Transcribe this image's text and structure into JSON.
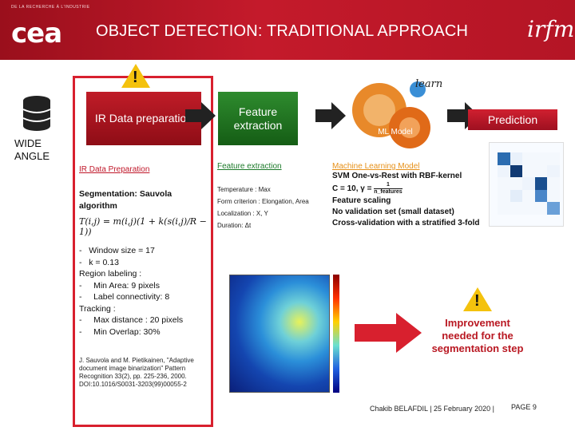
{
  "header": {
    "tiny_text": "DE LA RECHERCHE À L'INDUSTRIE",
    "logo_text": "cea",
    "title": "OBJECT DETECTION: TRADITIONAL APPROACH",
    "partner_logo": "irfm"
  },
  "left": {
    "camera_label": "WIDE ANGLE",
    "step1_label": "IR Data preparation",
    "section_title": "IR Data Preparation",
    "segmentation": "Segmentation: Sauvola algorithm",
    "params": [
      "Window size = 17",
      "k = 0.13"
    ],
    "region_title": "Region labeling :",
    "region_items": [
      "Min Area: 9 pixels",
      "Label connectivity: 8"
    ],
    "tracking_title": "Tracking :",
    "tracking_items": [
      "Max distance : 20 pixels",
      "Min Overlap: 30%"
    ],
    "reference": "J. Sauvola and M. Pietikainen, \"Adaptive document image binarization\" Pattern Recognition 33(2), pp. 225-236, 2000. DOI:10.1016/S0031-3203(99)00055-2"
  },
  "middle": {
    "step2_label": "Feature extraction",
    "section_title": "Feature extraction",
    "features": [
      "Temperature : Max",
      "Form criterion : Elongation, Area",
      "Localization : X, Y",
      "Duration: Δt"
    ]
  },
  "right": {
    "ml_label": "ML Model",
    "learn_label": "learn",
    "prediction_label": "Prediction",
    "section_title": "Machine Learning Model",
    "svm": "SVM One-vs-Rest with RBF-kernel",
    "params": "C = 10, γ =",
    "gamma_num": "1",
    "gamma_den": "n_features",
    "scaling": "Feature scaling",
    "validation": "No validation set (small dataset)",
    "cv": "Cross-validation with a stratified 3-fold",
    "improvement": "Improvement needed for the segmentation step"
  },
  "footer": {
    "author": "Chakib BELAFDIL | 25 February 2020 |",
    "page": "PAGE 9"
  },
  "colors": {
    "brand_red": "#c41a2b",
    "step1_box": "#a5121e",
    "step2_box": "#1f7a1f",
    "prediction_box": "#c0182a",
    "warning": "#f4c20d"
  }
}
